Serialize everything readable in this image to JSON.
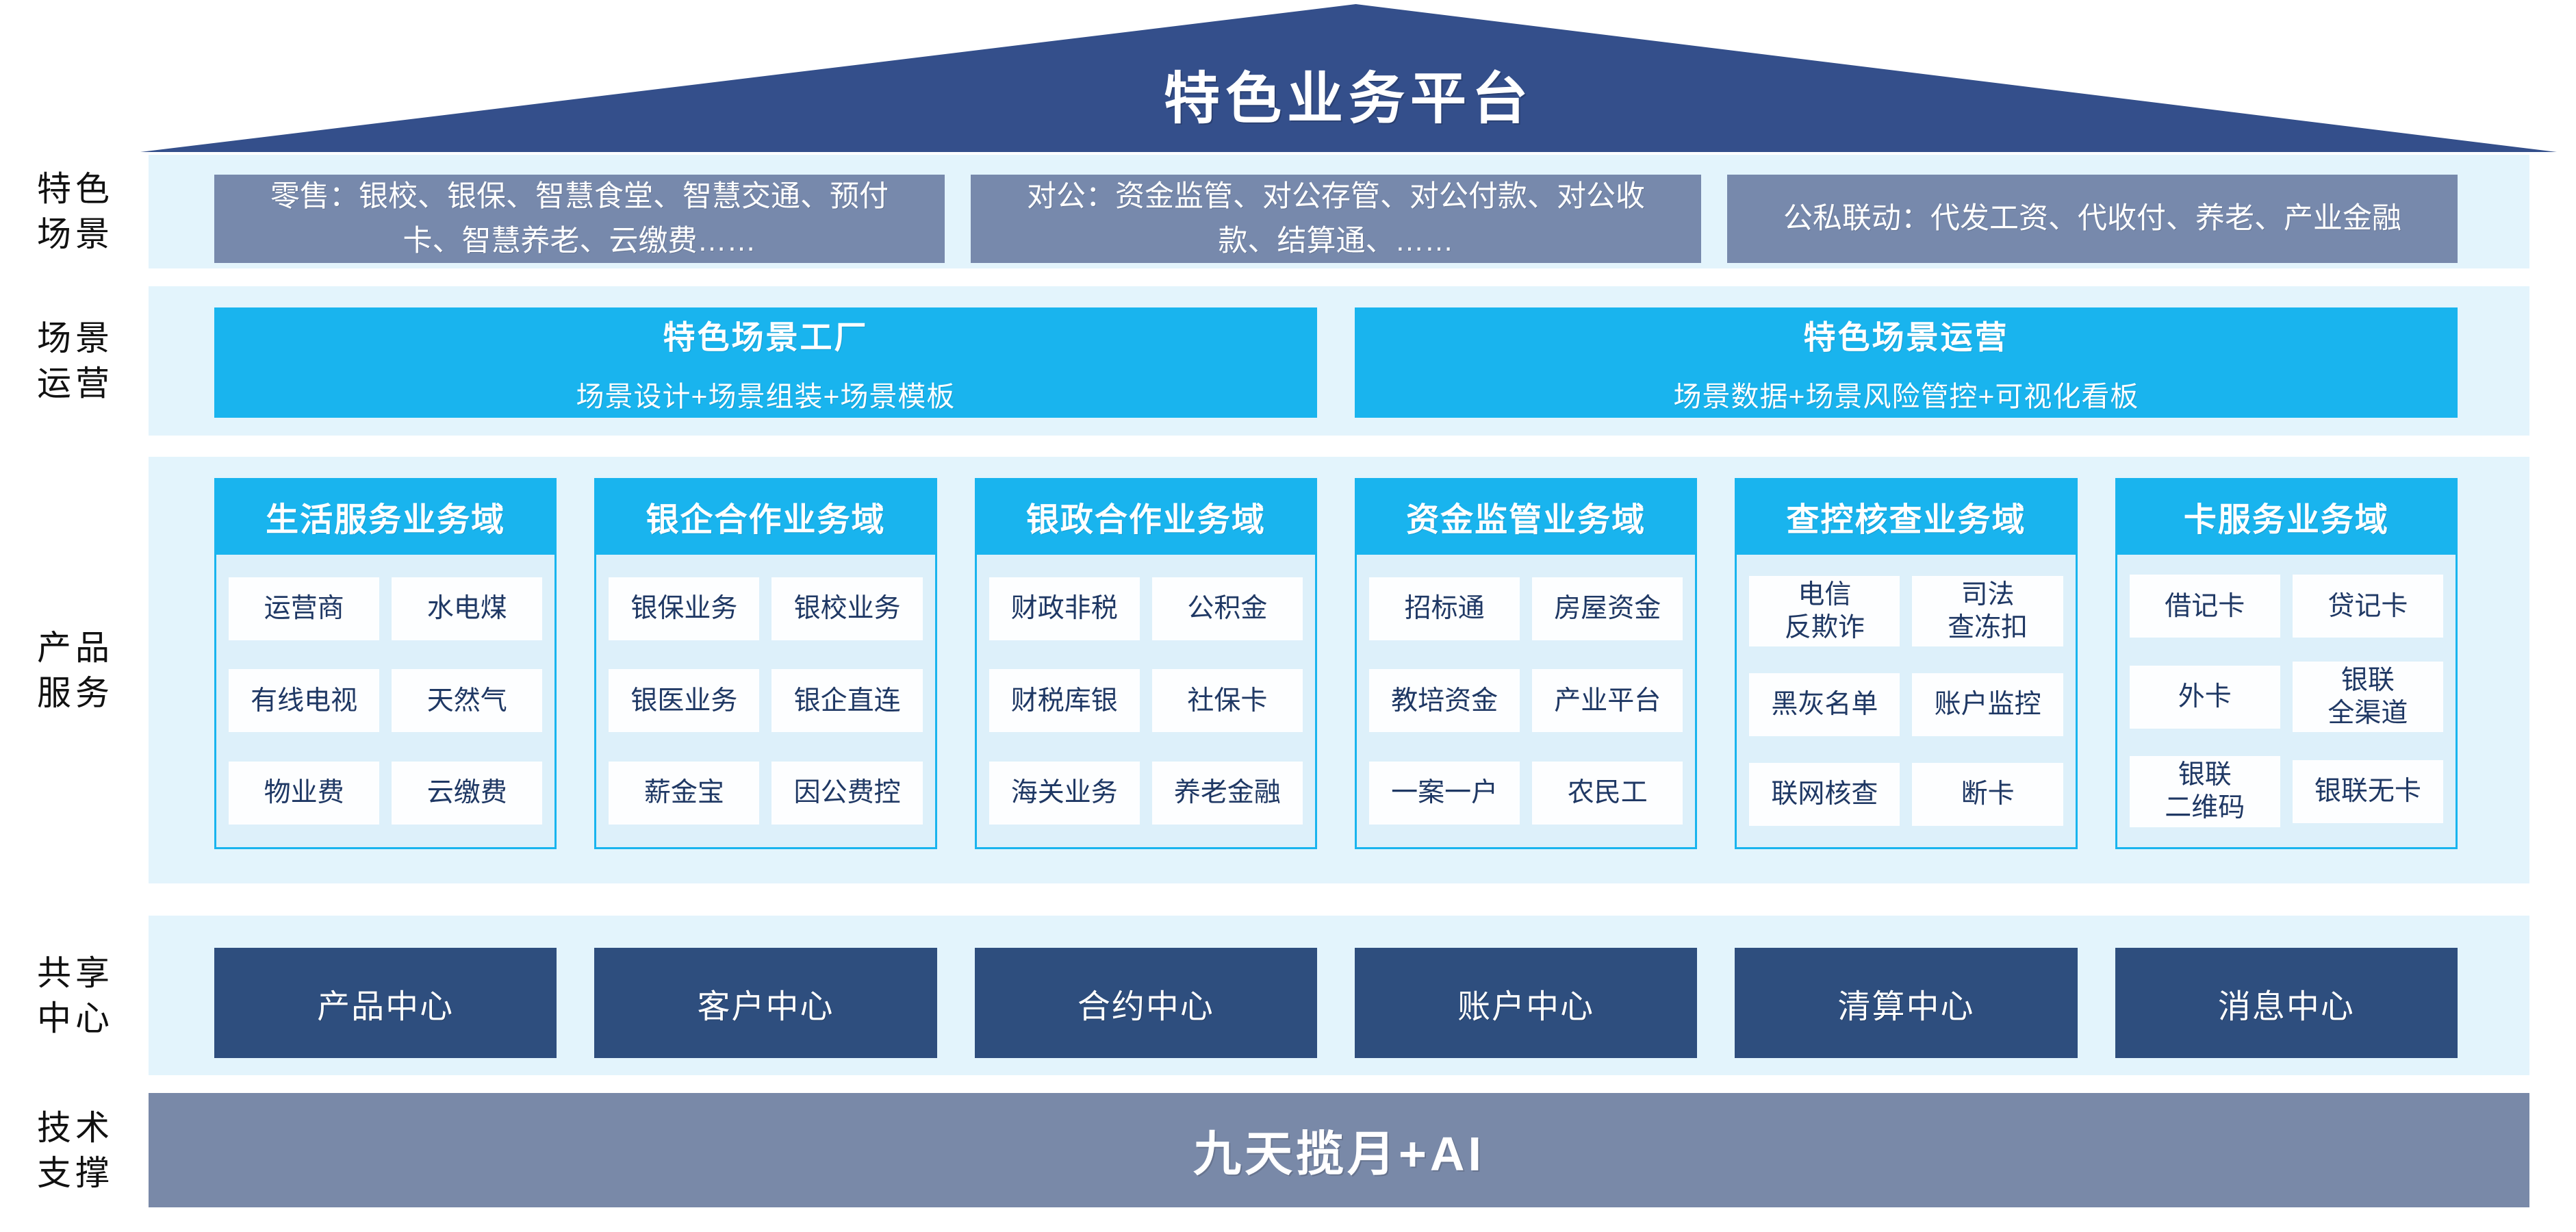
{
  "title": "特色业务平台",
  "side_labels": [
    {
      "lines": [
        "特色",
        "场景"
      ]
    },
    {
      "lines": [
        "场景",
        "运营"
      ]
    },
    {
      "lines": [
        "产品",
        "服务"
      ]
    },
    {
      "lines": [
        "共享",
        "中心"
      ]
    },
    {
      "lines": [
        "技术",
        "支撑"
      ]
    }
  ],
  "scene_row": [
    "零售：银校、银保、智慧食堂、智慧交通、预付卡、智慧养老、云缴费……",
    "对公：资金监管、对公存管、对公付款、对公收款、结算通、……",
    "公私联动：代发工资、代收付、养老、产业金融"
  ],
  "operation_row": [
    {
      "title": "特色场景工厂",
      "subtitle": "场景设计+场景组装+场景模板"
    },
    {
      "title": "特色场景运营",
      "subtitle": "场景数据+场景风险管控+可视化看板"
    }
  ],
  "product_domains": [
    {
      "title": "生活服务业务域",
      "items": [
        "运营商",
        "水电煤",
        "有线电视",
        "天然气",
        "物业费",
        "云缴费"
      ]
    },
    {
      "title": "银企合作业务域",
      "items": [
        "银保业务",
        "银校业务",
        "银医业务",
        "银企直连",
        "薪金宝",
        "因公费控"
      ]
    },
    {
      "title": "银政合作业务域",
      "items": [
        "财政非税",
        "公积金",
        "财税库银",
        "社保卡",
        "海关业务",
        "养老金融"
      ]
    },
    {
      "title": "资金监管业务域",
      "items": [
        "招标通",
        "房屋资金",
        "教培资金",
        "产业平台",
        "一案一户",
        "农民工"
      ]
    },
    {
      "title": "查控核查业务域",
      "items": [
        "电信\n反欺诈",
        "司法\n查冻扣",
        "黑灰名单",
        "账户监控",
        "联网核查",
        "断卡"
      ]
    },
    {
      "title": "卡服务业务域",
      "items": [
        "借记卡",
        "贷记卡",
        "外卡",
        "银联\n全渠道",
        "银联\n二维码",
        "银联无卡"
      ]
    }
  ],
  "shared_centers": [
    "产品中心",
    "客户中心",
    "合约中心",
    "账户中心",
    "清算中心",
    "消息中心"
  ],
  "tech_bar": "九天揽月+AI",
  "colors": {
    "roof_navy": "#344F8B",
    "scene_box_slate": "#7789AC",
    "strip_light_blue": "#E3F4FC",
    "accent_cyan": "#19B4EE",
    "panel_body_blue": "#DDF0FA",
    "item_chip_white": "#FDFEFF",
    "item_text_navy": "#1F3864",
    "center_box_navy": "#2E4E7E",
    "tech_bar_slate": "#7989A8"
  }
}
